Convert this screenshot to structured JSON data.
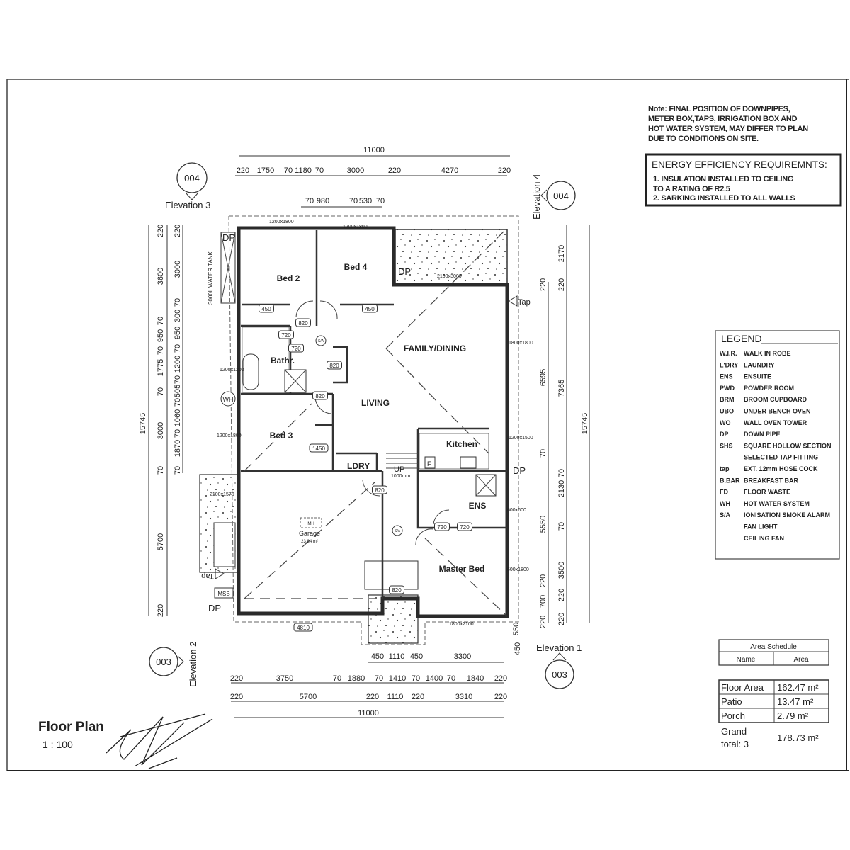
{
  "note": {
    "lines": [
      "Note: FINAL POSITION OF DOWNPIPES,",
      "METER BOX,TAPS, IRRIGATION BOX AND",
      "HOT WATER SYSTEM, MAY DIFFER TO PLAN",
      "DUE TO CONDITIONS ON SITE."
    ]
  },
  "energy": {
    "title": "ENERGY EFFICIENCY REQUIREMNTS:",
    "lines": [
      "1. INSULATION INSTALLED TO CEILING",
      "TO A RATING OF R2.5",
      "2. SARKING INSTALLED TO ALL WALLS"
    ]
  },
  "legend": {
    "title": "LEGEND",
    "items": [
      {
        "code": "W.I.R.",
        "desc": "WALK IN ROBE"
      },
      {
        "code": "L'DRY",
        "desc": "LAUNDRY"
      },
      {
        "code": "ENS",
        "desc": "ENSUITE"
      },
      {
        "code": "PWD",
        "desc": "POWDER ROOM"
      },
      {
        "code": "BRM",
        "desc": "BROOM CUPBOARD"
      },
      {
        "code": "UBO",
        "desc": "UNDER BENCH OVEN"
      },
      {
        "code": "WO",
        "desc": "WALL OVEN TOWER"
      },
      {
        "code": "DP",
        "desc": "DOWN PIPE"
      },
      {
        "code": "SHS",
        "desc": "SQUARE HOLLOW SECTION"
      },
      {
        "code": "",
        "desc": "SELECTED TAP FITTING"
      },
      {
        "code": "tap",
        "desc": "EXT. 12mm HOSE COCK"
      },
      {
        "code": "B.BAR",
        "desc": "BREAKFAST BAR"
      },
      {
        "code": "FD",
        "desc": "FLOOR WASTE"
      },
      {
        "code": "WH",
        "desc": "HOT WATER SYSTEM"
      },
      {
        "code": "S/A",
        "desc": "IONISATION SMOKE ALARM"
      },
      {
        "code": "",
        "desc": "FAN LIGHT"
      },
      {
        "code": "",
        "desc": "CEILING FAN"
      }
    ]
  },
  "area_schedule": {
    "title": "Area Schedule",
    "headers": [
      "Name",
      "Area"
    ],
    "rows": [
      {
        "name": "Floor Area",
        "area": "162.47 m²"
      },
      {
        "name": "Patio",
        "area": "13.47 m²"
      },
      {
        "name": "Porch",
        "area": "2.79 m²"
      }
    ],
    "grand_label_1": "Grand",
    "grand_label_2": "total: 3",
    "grand_value": "178.73 m²"
  },
  "title_block": {
    "title": "Floor Plan",
    "scale": "1 : 100"
  },
  "elevations": [
    {
      "id": "004",
      "label": "Elevation 3"
    },
    {
      "id": "004",
      "label": "Elevation 4"
    },
    {
      "id": "003",
      "label": "Elevation 2"
    },
    {
      "id": "003",
      "label": "Elevation 1"
    }
  ],
  "rooms": {
    "bed2": "Bed 2",
    "bed4": "Bed 4",
    "bed3": "Bed 3",
    "bathroom": "Bathr.",
    "family": "FAMILY/DINING",
    "living": "LIVING",
    "kitchen": "Kitchen",
    "laundry": "LDRY",
    "ensuite": "ENS",
    "master": "Master Bed",
    "garage": "Garage",
    "garage_area": "23.84 m²",
    "manhole": "MH"
  },
  "labels": {
    "dp": "DP",
    "tap": "Tap",
    "msb": "MSB",
    "wh": "WH",
    "sa": "S/A",
    "up": "UP",
    "tank": "3000L WATER TANK",
    "fridge": "F",
    "stair_width": "1000mm"
  },
  "windows": {
    "w_bed2": "1200x1800",
    "w_bed4": "1200x1800",
    "w_patio": "2100x3000",
    "w_family": "1800x1800",
    "w_kitchen": "1200x1500",
    "w_ens": "600x600",
    "w_master_side": "600x1800",
    "w_master": "1800x2100",
    "w_bath": "1200x1200",
    "w_bed3": "1200x1800",
    "w_porch": "2100x1570"
  },
  "doors": {
    "d_bed2_robe": "450",
    "d_bed4_robe": "450",
    "d_bed2": "820",
    "d_wc": "720",
    "d_bath": "720",
    "d_linen": "820",
    "d_bed3": "820",
    "d_bed3_robe": "1450",
    "d_garage": "820",
    "d_wir": "720",
    "d_ens": "720",
    "d_entry": "820",
    "d_garage_door": "4810"
  },
  "dimensions": {
    "top_overall": "11000",
    "top_chain": [
      "220",
      "1750",
      "70",
      "1180",
      "70",
      "3000",
      "220",
      "4270",
      "220"
    ],
    "top_small": [
      "70",
      "980",
      "70",
      "530",
      "70"
    ],
    "porch_chain": [
      "450",
      "1110",
      "450",
      "3300"
    ],
    "bottom_chain_1": [
      "220",
      "3750",
      "70",
      "1880",
      "70",
      "1410",
      "70",
      "1400",
      "70",
      "1840",
      "220"
    ],
    "bottom_chain_2": [
      "220",
      "5700",
      "220",
      "1110",
      "220",
      "3310",
      "220"
    ],
    "bottom_overall": "11000",
    "left_overall": "15745",
    "left_chain_1": [
      "220",
      "3600",
      "70",
      "950",
      "70",
      "1775",
      "70",
      "3000",
      "70",
      "5700",
      "220"
    ],
    "left_chain_2": [
      "220",
      "3000",
      "70",
      "300",
      "950",
      "70",
      "1200",
      "70",
      "505",
      "70",
      "1060",
      "70",
      "1870",
      "70"
    ],
    "right_chain_1": [
      "220",
      "6595",
      "70",
      "5550",
      "220",
      "700",
      "220"
    ],
    "right_chain_2": [
      "2170",
      "220",
      "7365",
      "70",
      "2130",
      "70",
      "3500",
      "220",
      "220"
    ],
    "right_overall": "15745",
    "corner_1": "550",
    "corner_2": "450"
  }
}
